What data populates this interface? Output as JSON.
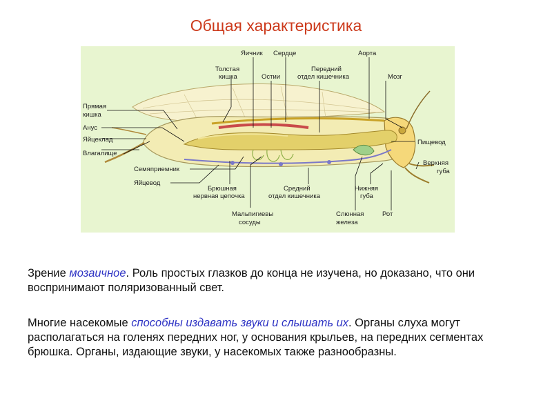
{
  "title": "Общая характеристика",
  "diagram": {
    "labels": {
      "yaichnik": "Яичник",
      "serdtse": "Сердце",
      "aorta": "Аорта",
      "tolstaya_1": "Толстая",
      "tolstaya_2": "кишка",
      "ostii": "Остии",
      "peredniy_1": "Передний",
      "peredniy_2": "отдел кишечника",
      "mozg": "Мозг",
      "pryamaya_1": "Прямая",
      "pryamaya_2": "кишка",
      "anus": "Анус",
      "yaytseklad": "Яйцеклад",
      "vlagalishche": "Влагалище",
      "semyapriemnik": "Семяприемник",
      "yaytsevod": "Яйцевод",
      "bryushnaya_1": "Брюшная",
      "bryushnaya_2": "нервная цепочка",
      "sredniy_1": "Средний",
      "sredniy_2": "отдел кишечника",
      "nizhnyaya_1": "Нижняя",
      "nizhnyaya_2": "губа",
      "pishchevod": "Пищевод",
      "verkhnyaya_1": "Верхняя",
      "verkhnyaya_2": "губа",
      "malpigievy_1": "Мальпигиевы",
      "malpigievy_2": "сосуды",
      "slyunnaya_1": "Слюнная",
      "slyunnaya_2": "железа",
      "rot": "Рот"
    }
  },
  "paragraph1": {
    "prefix": "Зрение ",
    "highlight": "мозаичное",
    "suffix": ". Роль простых глазков до конца не изучена, но доказано, что они воспринимают поляризованный свет."
  },
  "paragraph2": {
    "prefix": "Многие насекомые ",
    "highlight": "способны издавать звуки и слышать их",
    "suffix": ". Органы слуха могут располагаться на голенях передних ног, у основания крыльев, на передних сегментах брюшка. Органы, издающие звуки, у насекомых также разнообразны."
  },
  "colors": {
    "title": "#cc3a1c",
    "highlight": "#2e33c4",
    "figure_bg": "#e8f5d0",
    "body_fill": "#f3ecb4",
    "gut": "#e3d06a",
    "heart": "#c9a227",
    "nerve": "#7a78c8",
    "reproductive": "#c94a4a"
  }
}
